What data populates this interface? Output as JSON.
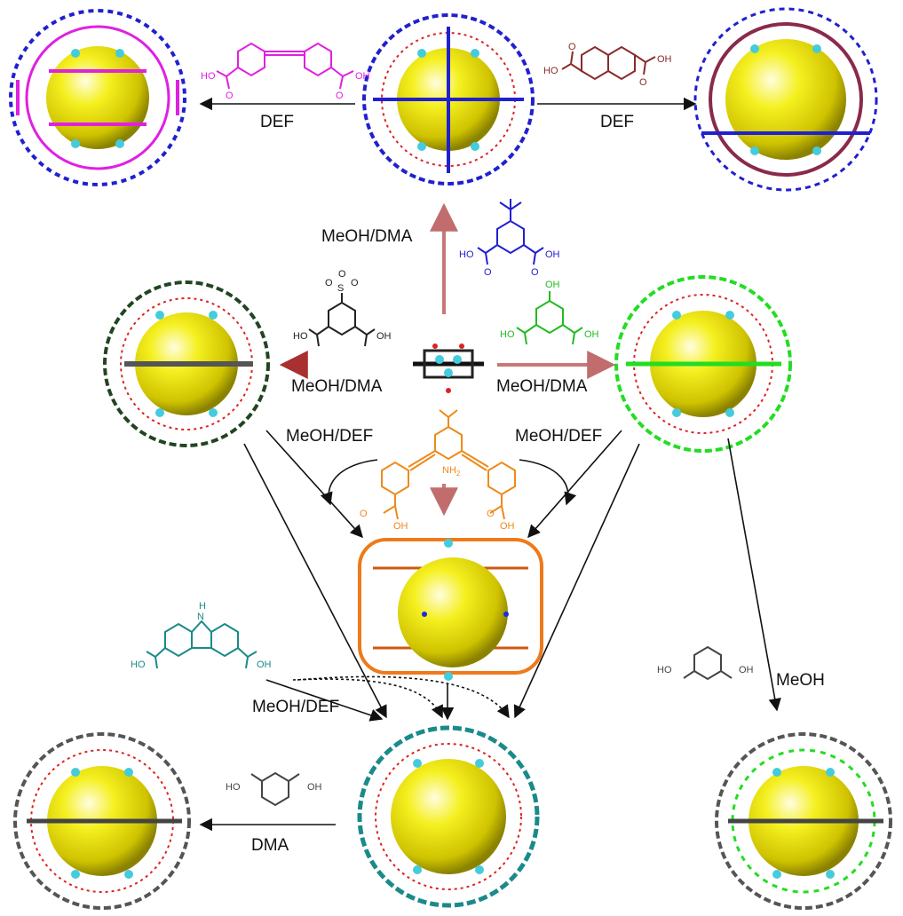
{
  "diagram": {
    "reaction_labels": {
      "top_left": "DEF",
      "top_right": "DEF",
      "up": "MeOH/DMA",
      "left": "MeOH/DMA",
      "right": "MeOH/DMA",
      "lower_left": "MeOH/DEF",
      "lower_right": "MeOH/DEF",
      "carbazole": "MeOH/DEF",
      "bottom": "DMA",
      "far_right": "MeOH"
    },
    "linker_atoms": {
      "carboxyl_h": "HO",
      "carboxyl_oh": "OH",
      "carbonyl_o": "O",
      "sulfonate_s": "S",
      "amine": "NH",
      "amine_sub": "2",
      "carbazole_nh": "H",
      "carbazole_n": "N"
    },
    "colors": {
      "magenta": "#e020e0",
      "blue": "#2020d0",
      "brown": "#8a2a2a",
      "green": "#22dd22",
      "dark_green": "#224422",
      "orange": "#ee8a1a",
      "teal": "#1a8a8a",
      "gray": "#555555",
      "sphere": "#f2ee10",
      "metal": "#44ccdd",
      "oxygen": "#dd2222"
    },
    "cages": [
      {
        "id": "cage-magenta",
        "frame": "#e020e0",
        "accent": "#2020d0"
      },
      {
        "id": "cage-blue-top",
        "frame": "#2020d0",
        "accent": "#2020d0"
      },
      {
        "id": "cage-brown",
        "frame": "#8a2a4a",
        "accent": "#2020d0"
      },
      {
        "id": "cage-darkgreen",
        "frame": "#224422",
        "accent": "#555555"
      },
      {
        "id": "cage-green",
        "frame": "#22dd22",
        "accent": "#22dd22"
      },
      {
        "id": "cage-orange",
        "frame": "#ee7a1a",
        "accent": "#cc5a10"
      },
      {
        "id": "cage-teal",
        "frame": "#1a8a8a",
        "accent": "#1a8a8a"
      },
      {
        "id": "cage-gray-left",
        "frame": "#555555",
        "accent": "#555555"
      },
      {
        "id": "cage-gray-green",
        "frame": "#555555",
        "accent": "#22dd22"
      }
    ]
  }
}
